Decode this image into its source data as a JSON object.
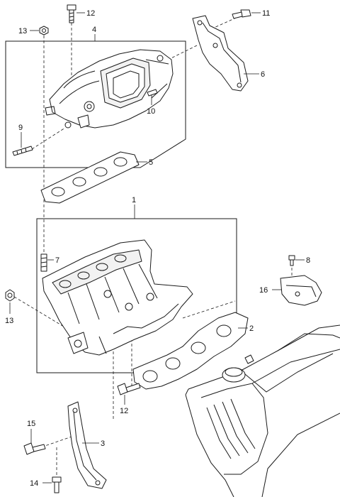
{
  "callouts": {
    "c1": "1",
    "c2": "2",
    "c3": "3",
    "c4": "4",
    "c5": "5",
    "c6": "6",
    "c7": "7",
    "c8": "8",
    "c9": "9",
    "c10": "10",
    "c11": "11",
    "c12a": "12",
    "c12b": "12",
    "c13a": "13",
    "c13b": "13",
    "c14": "14",
    "c15": "15",
    "c16": "16"
  },
  "colors": {
    "line": "#1a1a1a",
    "background": "#ffffff"
  }
}
